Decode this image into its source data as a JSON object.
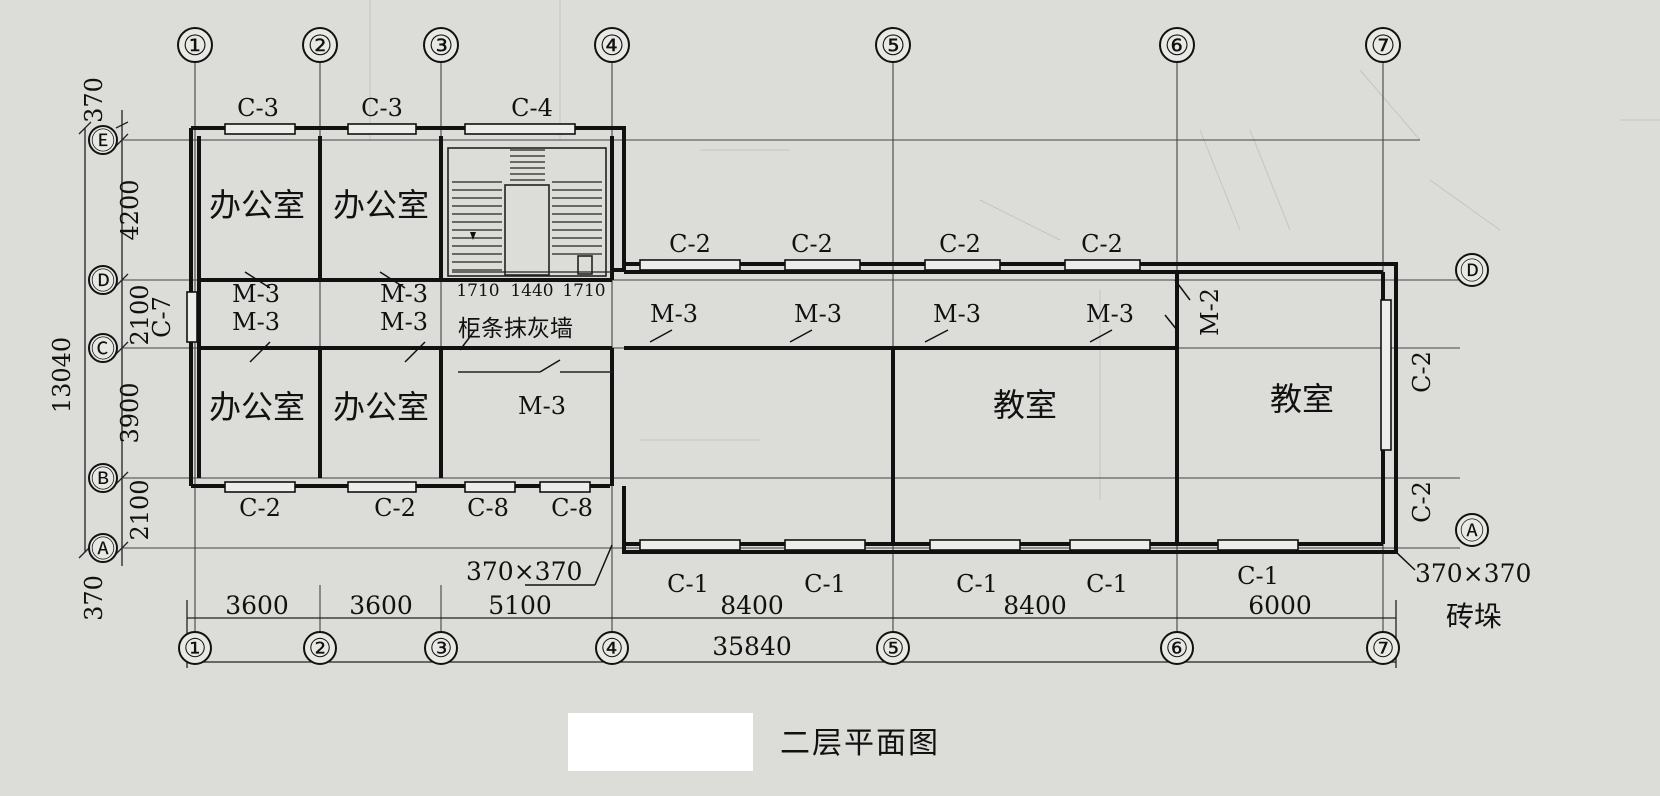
{
  "title": "二层平面图",
  "axes": {
    "vertical": [
      "①",
      "②",
      "③",
      "④",
      "⑤",
      "⑥",
      "⑦"
    ],
    "horizontal": [
      "Ⓐ",
      "Ⓑ",
      "Ⓒ",
      "Ⓓ",
      "Ⓔ"
    ]
  },
  "dimensions": {
    "left": [
      "370",
      "4200",
      "2100",
      "3900",
      "2100",
      "370"
    ],
    "left_total": "13040",
    "bottom": [
      "3600",
      "3600",
      "5100",
      "8400",
      "8400",
      "6000"
    ],
    "bottom_total": "35840",
    "stair": [
      "1710",
      "1440",
      "1710"
    ]
  },
  "rooms": {
    "office": "办公室",
    "classroom": "教室"
  },
  "windows": {
    "c1": "C-1",
    "c2": "C-2",
    "c3": "C-3",
    "c4": "C-4",
    "c7": "C-7",
    "c8": "C-8"
  },
  "doors": {
    "m2": "M-2",
    "m3": "M-3"
  },
  "notes": {
    "pier_size": "370×370",
    "pier": "砖垛",
    "partition": "柜条抹灰墙"
  }
}
